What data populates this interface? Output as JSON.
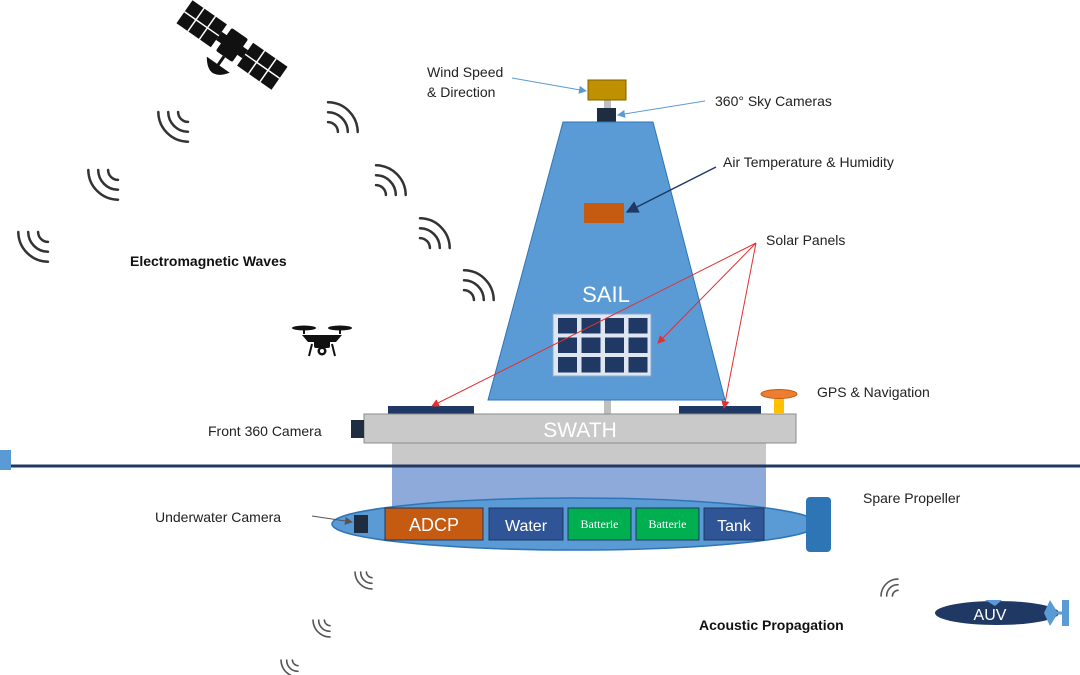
{
  "labels": {
    "wind": [
      "Wind Speed",
      "& Direction"
    ],
    "sky_cameras": "360° Sky Cameras",
    "air_temp": "Air Temperature & Humidity",
    "solar_panels": "Solar Panels",
    "electromagnetic": "Electromagnetic Waves",
    "sail": "SAIL",
    "gps": "GPS & Navigation",
    "front_camera": "Front 360 Camera",
    "swath": "SWATH",
    "spare_propeller": "Spare Propeller",
    "underwater_camera": "Underwater Camera",
    "acoustic": "Acoustic Propagation",
    "auv": "AUV"
  },
  "hull_components": [
    {
      "label": "ADCP",
      "color": "#c55a11"
    },
    {
      "label": "Water",
      "color": "#2f5597"
    },
    {
      "label": "Batterie",
      "color": "#00b050"
    },
    {
      "label": "Batterie",
      "color": "#00b050"
    },
    {
      "label": "Tank",
      "color": "#2f5597"
    }
  ],
  "colors": {
    "sail": "#5b9bd5",
    "deck": "#bfbfbf",
    "hull": "#5b9bd5",
    "keel": "#8eaadb",
    "waterline": "#1f3864",
    "sensor_orange": "#c55a11",
    "wind_sensor": "#bf9000",
    "dark_navy": "#1f3864",
    "arrow_red": "#e03030",
    "arrow_blue": "#5b9bd5"
  }
}
